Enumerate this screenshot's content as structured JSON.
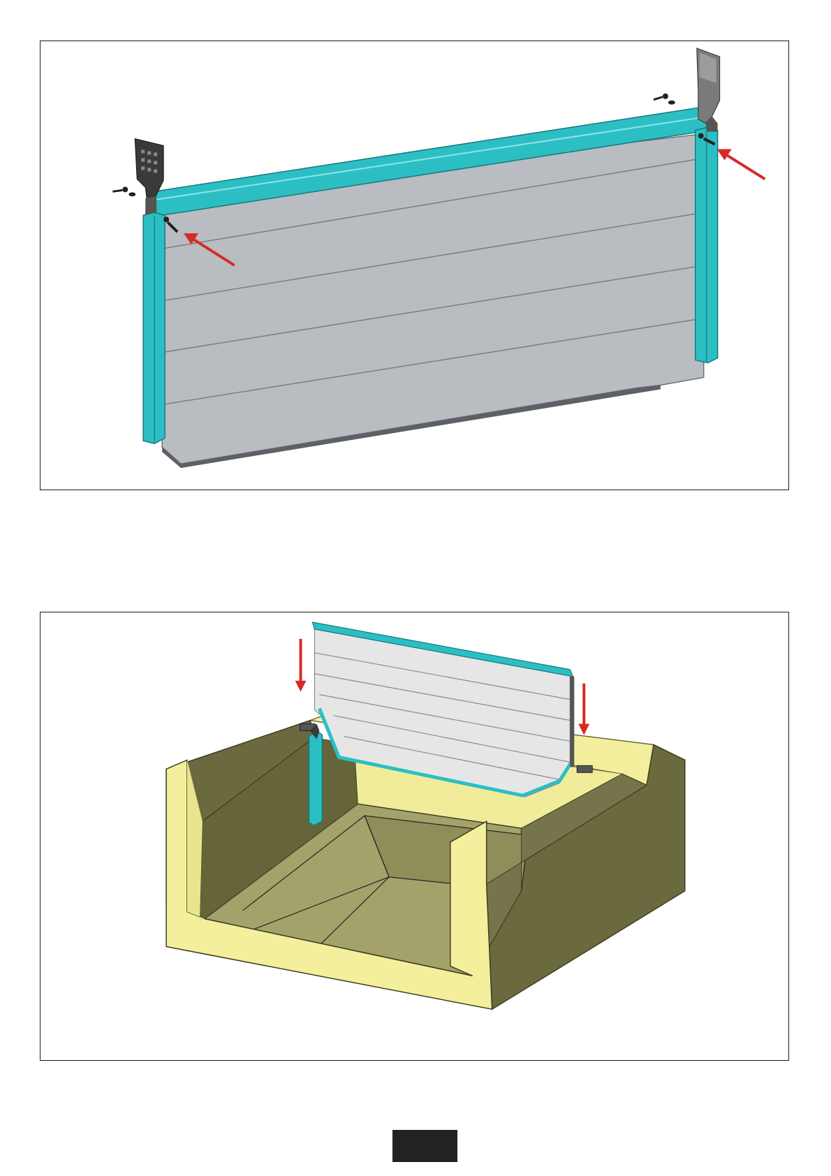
{
  "figures": [
    {
      "id": "figure-1",
      "subject": "panel-assembly-with-brackets-and-screws"
    },
    {
      "id": "figure-2",
      "subject": "panel-lowered-into-housing"
    }
  ],
  "colors": {
    "frame_border": "#1a1a1a",
    "panel_grey": "#b9bcc1",
    "panel_light": "#e6e6e6",
    "profile_teal": "#2bbfc4",
    "profile_teal_dark": "#1d8f93",
    "arrow_red": "#d62b25",
    "housing_yellow": "#f3ef9c",
    "housing_olive": "#6b6a3e",
    "housing_floor": "#a3a26a",
    "bracket_dark": "#3a3a3a",
    "page_tab": "#222222"
  },
  "icons": [
    "red-arrow-icon",
    "screw-icon",
    "bracket-icon"
  ],
  "page_number": ""
}
